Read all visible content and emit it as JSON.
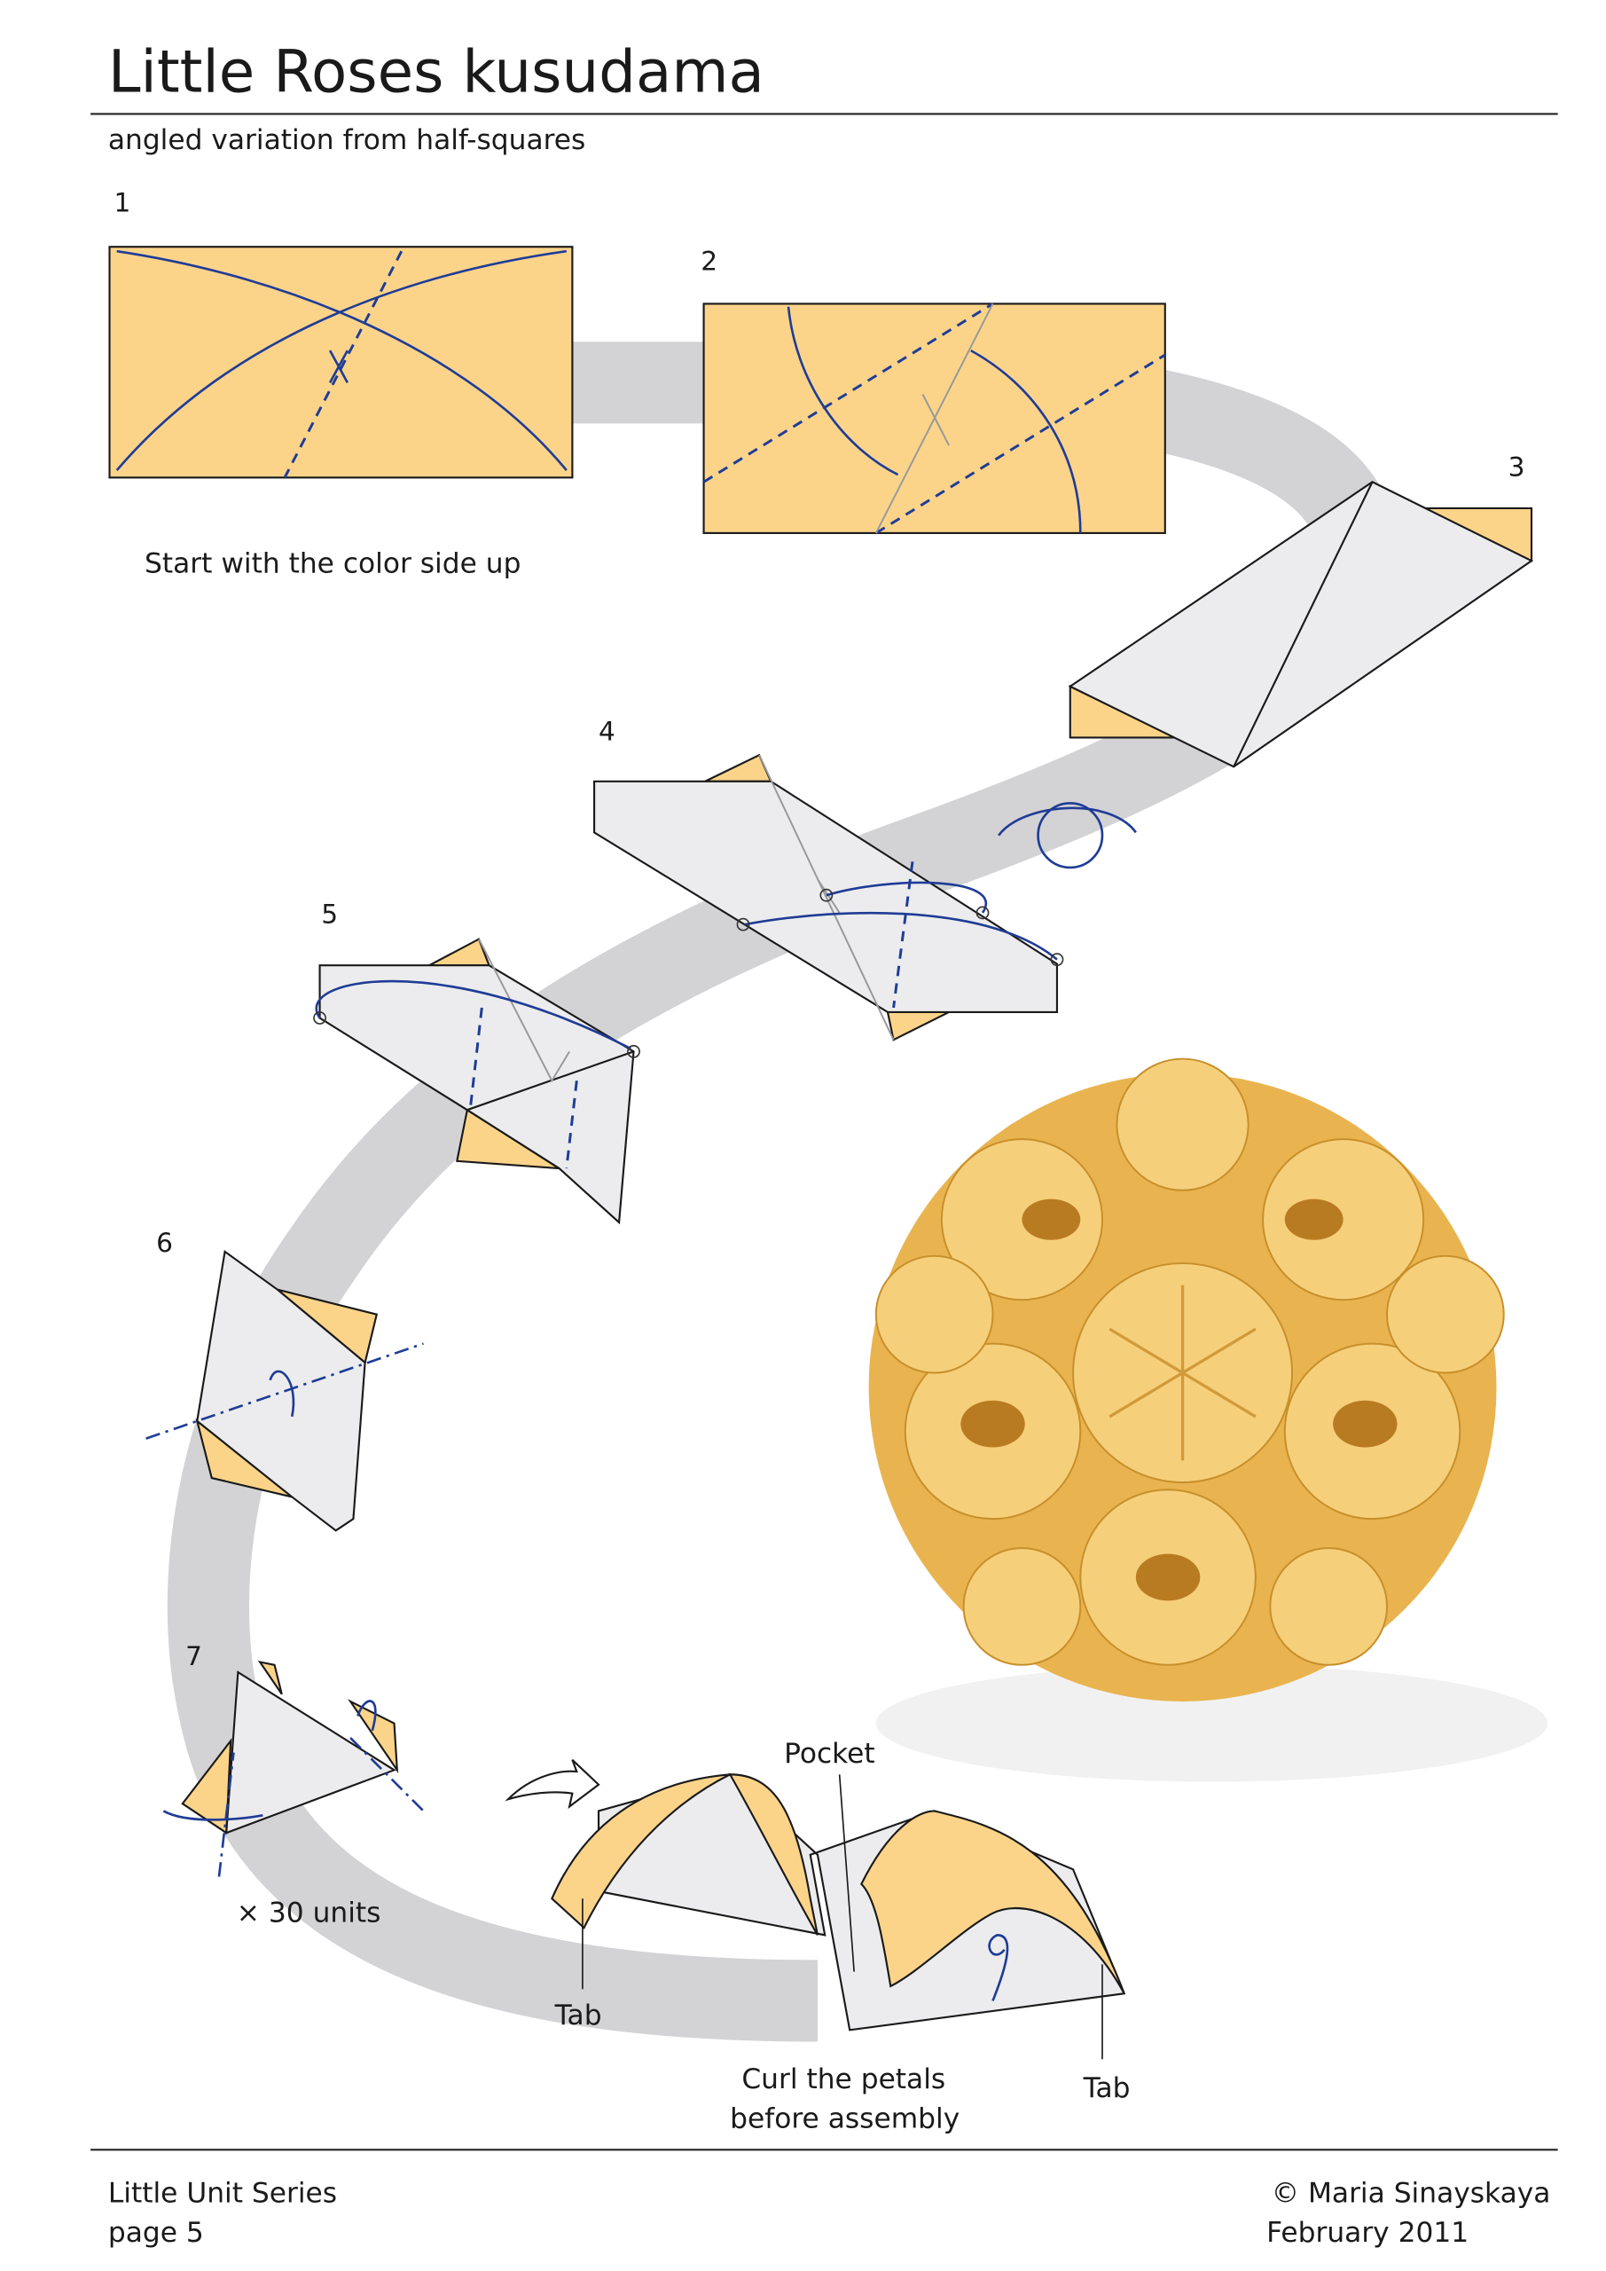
{
  "header": {
    "title": "Little Roses kusudama",
    "subtitle": "angled variation from half-squares"
  },
  "steps": [
    {
      "number": "1",
      "caption": "Start with the color side up"
    },
    {
      "number": "2"
    },
    {
      "number": "3"
    },
    {
      "number": "4"
    },
    {
      "number": "5"
    },
    {
      "number": "6"
    },
    {
      "number": "7",
      "caption": "× 30 units"
    }
  ],
  "assembly": {
    "pocket_label": "Pocket",
    "tab_left_label": "Tab",
    "tab_right_label": "Tab",
    "curl_line1": "Curl the petals",
    "curl_line2": "before assembly"
  },
  "footer": {
    "series": "Little Unit Series",
    "page": "page 5",
    "author": "© Maria Sinayskaya",
    "date": "February 2011"
  },
  "colors": {
    "paper": "#fbd48a",
    "white_side": "#ececee",
    "arrows": "#1f3c96",
    "band": "#d3d3d5"
  }
}
